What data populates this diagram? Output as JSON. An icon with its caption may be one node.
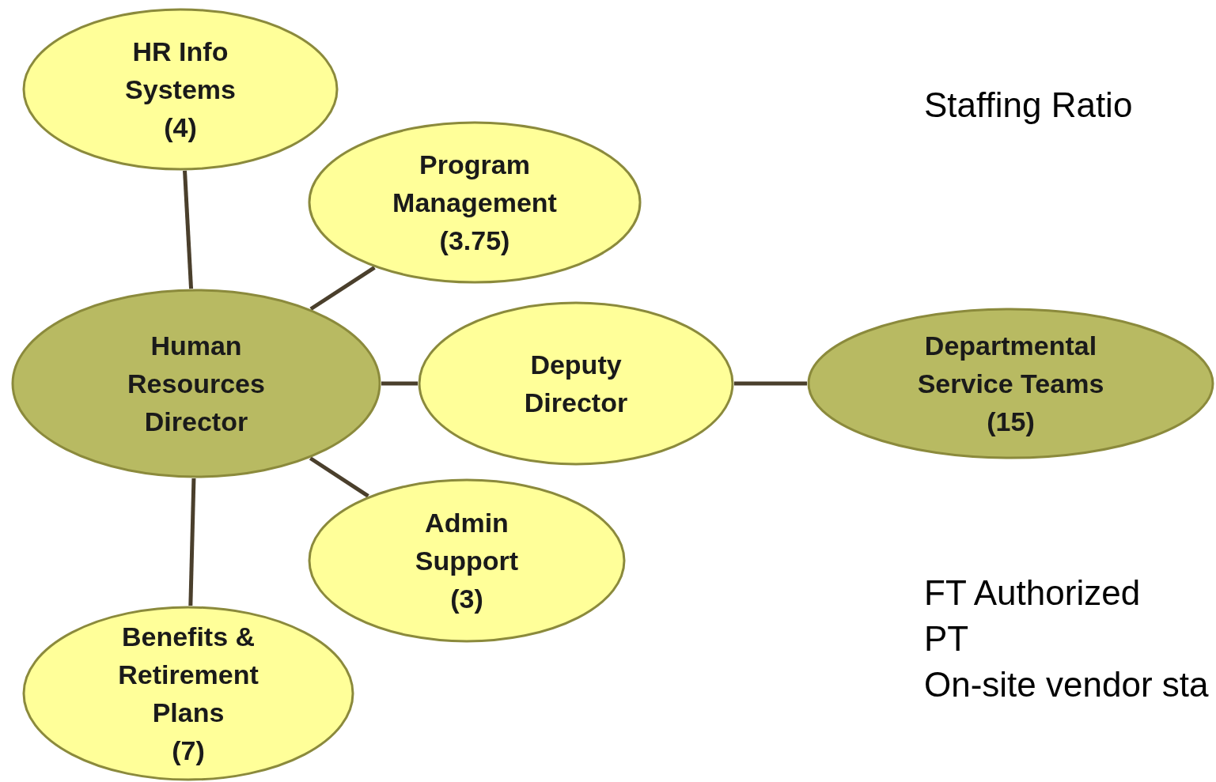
{
  "diagram": {
    "nodes": [
      {
        "text": [
          "HR Info Systems",
          "(4)"
        ]
      },
      {
        "text": [
          "Program Management",
          "(3.75)"
        ]
      },
      {
        "text": [
          "Human Resources Director"
        ]
      },
      {
        "text": [
          "Deputy Director"
        ]
      },
      {
        "text": [
          "Departmental Service Teams",
          "(15)"
        ]
      },
      {
        "text": [
          "Admin Support",
          "(3)"
        ]
      },
      {
        "text": [
          "Benefits & Retirement Plans",
          "(7)"
        ]
      }
    ],
    "edges": [
      {
        "from": 2,
        "to": 0,
        "arrow": "none"
      },
      {
        "from": 2,
        "to": 1,
        "arrow": "none"
      },
      {
        "from": 2,
        "to": 3,
        "arrow": "none"
      },
      {
        "from": 3,
        "to": 4,
        "arrow": "none"
      },
      {
        "from": 2,
        "to": 5,
        "arrow": "none"
      },
      {
        "from": 2,
        "to": 6,
        "arrow": "none"
      }
    ],
    "labels": [
      "Staffing Ratio",
      "FT Authorized",
      "PT",
      "On-site vendor sta"
    ]
  }
}
